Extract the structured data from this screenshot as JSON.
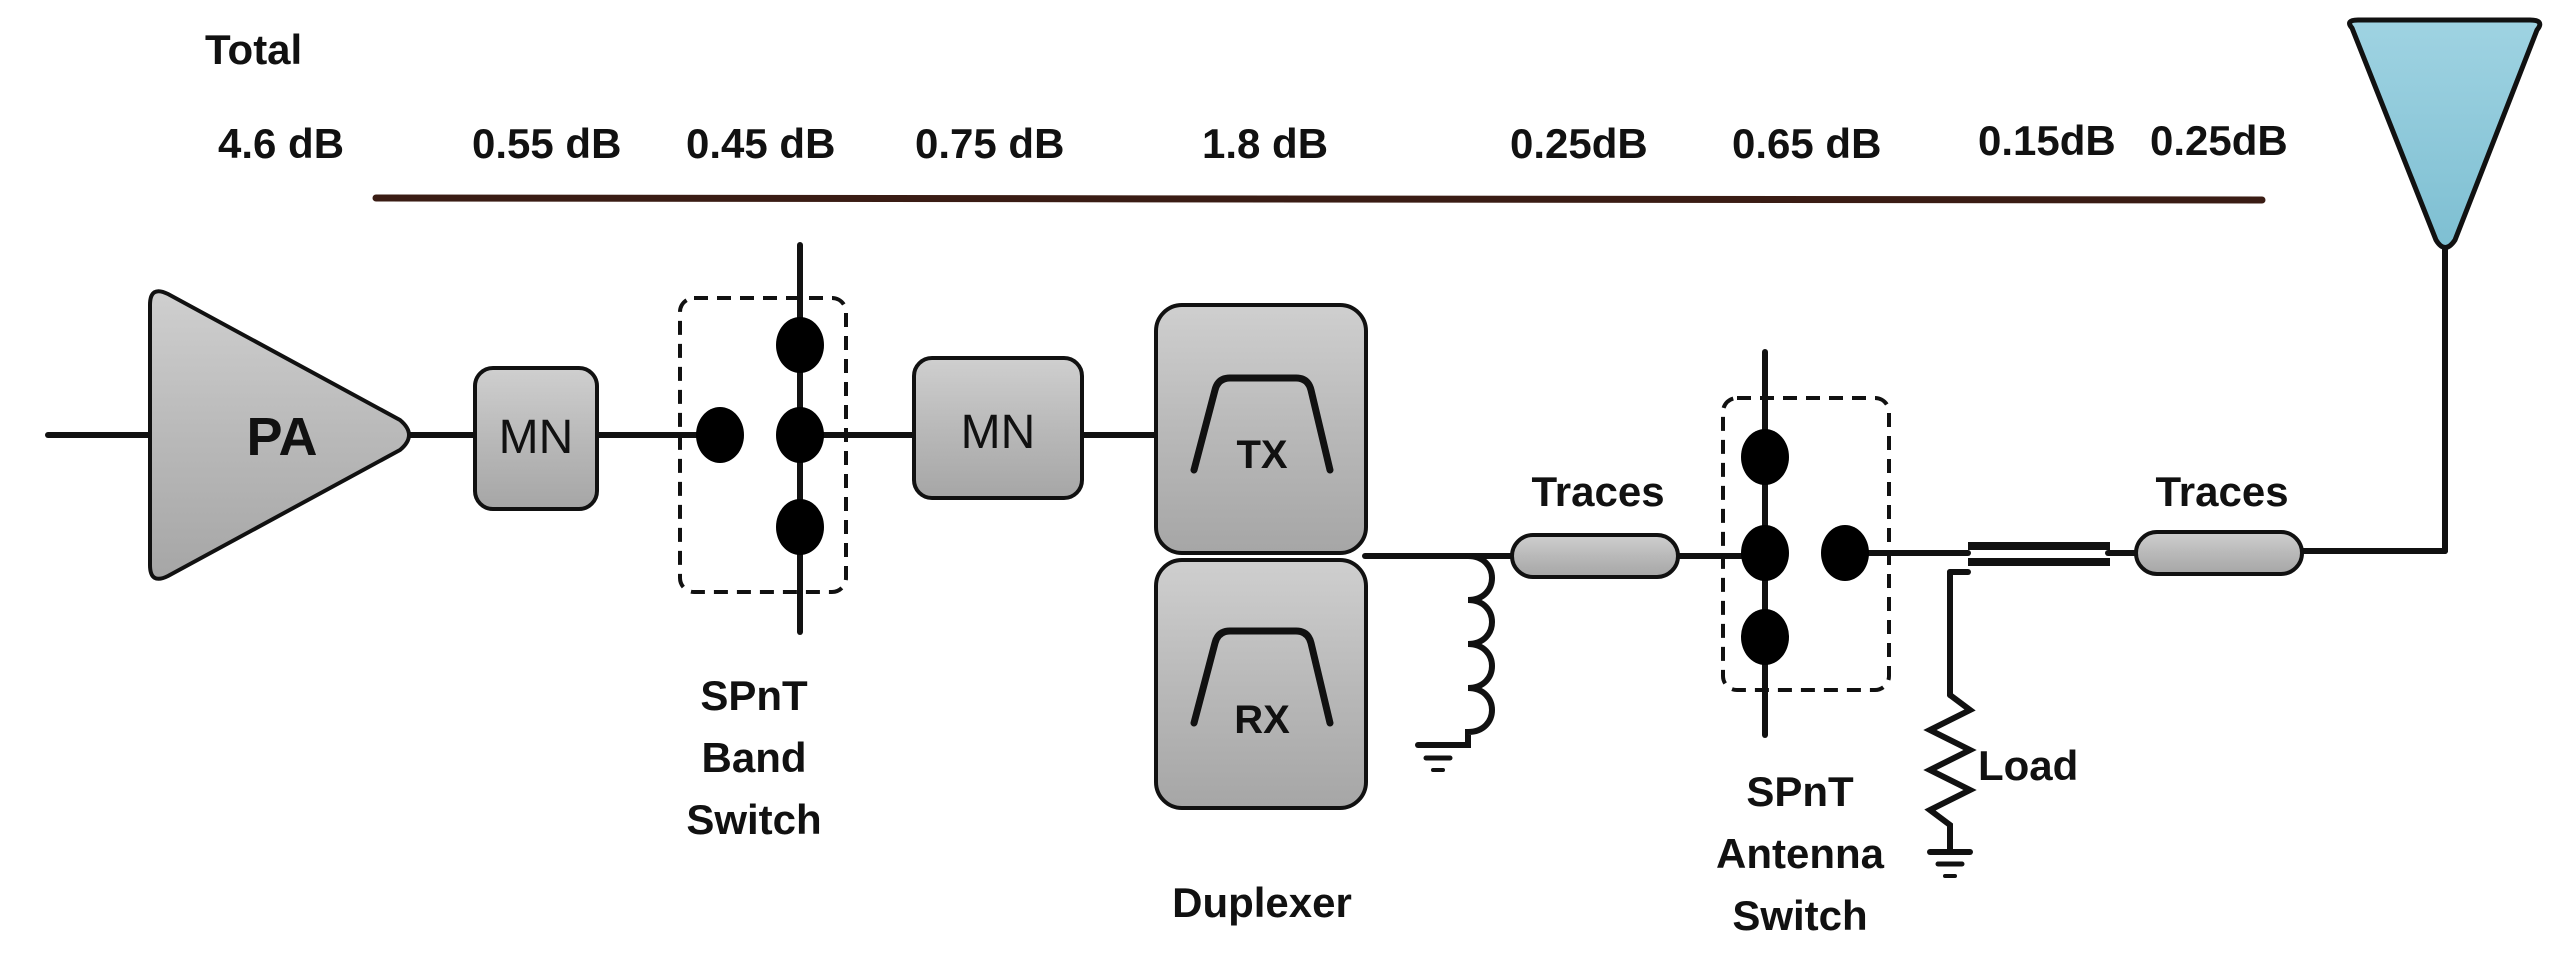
{
  "total_label": "Total",
  "losses": {
    "total": "4.6 dB",
    "mn1": "0.55 dB",
    "band_switch": "0.45 dB",
    "mn2": "0.75 dB",
    "duplexer": "1.8 dB",
    "traces1": "0.25dB",
    "antenna_switch": "0.65 dB",
    "coupler": "0.15dB",
    "traces2": "0.25dB"
  },
  "blocks": {
    "pa": "PA",
    "mn1": "MN",
    "mn2": "MN",
    "tx": "TX",
    "rx": "RX",
    "traces1": "Traces",
    "traces2": "Traces",
    "load": "Load"
  },
  "captions": {
    "band_switch": [
      "SPnT",
      "Band",
      "Switch"
    ],
    "duplexer": "Duplexer",
    "antenna_switch": [
      "SPnT",
      "Antenna",
      "Switch"
    ]
  },
  "colors": {
    "block_fill": "#b9b9b9",
    "antenna_fill": "#8ac7d8",
    "line": "#111111",
    "loss_bar": "#3a1c14"
  }
}
